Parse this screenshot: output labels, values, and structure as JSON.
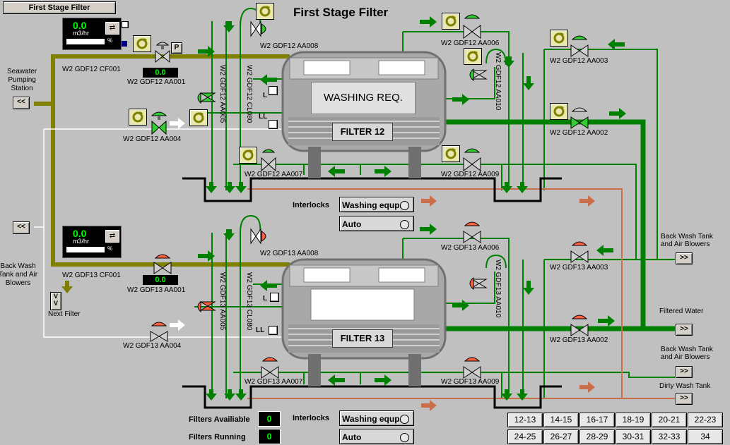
{
  "window_title_button": "First Stage Filter",
  "title": "First Stage Filter",
  "seawater_label": "Seawater\nPumping\nStation",
  "backwash_left_label": "Back Wash\nTank and Air\nBlowers",
  "next_filter_label": "Next Filter",
  "nav_left_1": "<<",
  "nav_left_2": "<<",
  "next_filter_btn": "V\nV",
  "f12": {
    "flow_value": "0.0",
    "flow_unit": "m3/hr",
    "pct": "%",
    "flowmeter_tag": "W2 GDF12 CF001",
    "aa001_value": "0.0",
    "aa001_tag": "W2 GDF12 AA001",
    "p_label": "P",
    "aa004_tag": "W2 GDF12 AA004",
    "aa005_tag": "W2 GDF12 AA005",
    "aa008_tag": "W2 GDF12 AA008",
    "cl080_tag": "W2 GDF12 CL080",
    "aa007_tag": "W2 GDF12 AA007",
    "aa006_tag": "W2 GDF12 AA006",
    "aa010_tag": "W2 GDF12 AA010",
    "aa009_tag": "W2 GDF12 AA009",
    "aa003_tag": "W2 GDF12 AA003",
    "aa002_tag": "W2 GDF12 AA002",
    "l_label": "L",
    "ll_label": "LL",
    "washing_req": "WASHING REQ.",
    "filter_name": "FILTER 12",
    "interlocks_label": "Interlocks",
    "washing_equip": "Washing equp.",
    "auto": "Auto"
  },
  "f13": {
    "flow_value": "0.0",
    "flow_unit": "m3/hr",
    "pct": "%",
    "flowmeter_tag": "W2 GDF13 CF001",
    "aa001_value": "0.0",
    "aa001_tag": "W2 GDF13 AA001",
    "aa004_tag": "W2 GDF13 AA004",
    "aa005_tag": "W2 GDF13 AA005",
    "aa008_tag": "W2 GDF13 AA008",
    "cl080_tag": "W2 GDF13 CL080",
    "aa007_tag": "W2 GDF13 AA007",
    "aa006_tag": "W2 GDF13 AA006",
    "aa010_tag": "W2 GDF13 AA010",
    "aa009_tag": "W2 GDF13 AA009",
    "aa003_tag": "W2 GDF13 AA003",
    "aa002_tag": "W2 GDF13 AA002",
    "l_label": "L",
    "ll_label": "LL",
    "filter_name": "FILTER 13",
    "interlocks_label": "Interlocks",
    "washing_equip": "Washing equp.",
    "auto": "Auto"
  },
  "right": {
    "bw_tank_1": "Back Wash Tank\nand Air Blowers",
    "filtered_water": "Filtered Water",
    "bw_tank_2": "Back Wash Tank\nand Air Blowers",
    "dirty_wash": "Dirty Wash Tank",
    "nav": ">>"
  },
  "status": {
    "available_label": "Filters Availiable",
    "available_value": "0",
    "running_label": "Filters Running",
    "running_value": "0"
  },
  "filter_nav": [
    "12-13",
    "14-15",
    "16-17",
    "18-19",
    "20-21",
    "22-23",
    "24-25",
    "26-27",
    "28-29",
    "30-31",
    "32-33",
    "34"
  ],
  "colors": {
    "background": "#c0c0c0",
    "olive_pipe": "#808000",
    "green_pipe": "#008000",
    "orange_pipe": "#c86e4a",
    "valve_open": "#33cc33",
    "valve_closed": "#ff6040"
  }
}
